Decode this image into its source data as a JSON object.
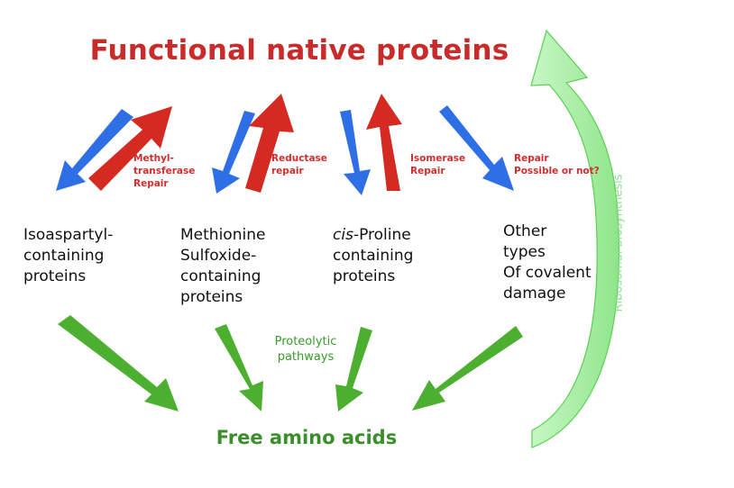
{
  "diagram": {
    "top_label": "Functional native proteins",
    "bottom_label": "Free amino acids",
    "classes": [
      {
        "name_lines": [
          "Isoaspartyl-",
          "containing",
          "proteins"
        ]
      },
      {
        "name_lines": [
          "Methionine",
          "Sulfoxide-",
          "containing",
          "proteins"
        ]
      },
      {
        "name_italic": "cis",
        "name_lines": [
          "-Proline",
          "containing",
          "proteins"
        ]
      },
      {
        "name_lines": [
          "Other",
          "types",
          "Of covalent",
          "damage"
        ]
      }
    ],
    "repair_labels": [
      {
        "lines": [
          "Methyl-",
          "transferase",
          "Repair"
        ]
      },
      {
        "lines": [
          "Reductase",
          "repair"
        ]
      },
      {
        "lines": [
          "Isomerase",
          "Repair"
        ]
      },
      {
        "lines": [
          "Repair",
          "Possible or not?"
        ]
      }
    ],
    "degradation_label": [
      "Proteolytic",
      "pathways"
    ],
    "cycle_label": "Ribosomal biosynthesis"
  },
  "colors": {
    "title_red": "#c92a2a",
    "red_arrow": "#d42a22",
    "blue_arrow": "#2f6fe6",
    "green_arrow": "#4caf2f",
    "light_green_arrow": "#9ff09a",
    "bottom_green": "#3a8f2a"
  }
}
